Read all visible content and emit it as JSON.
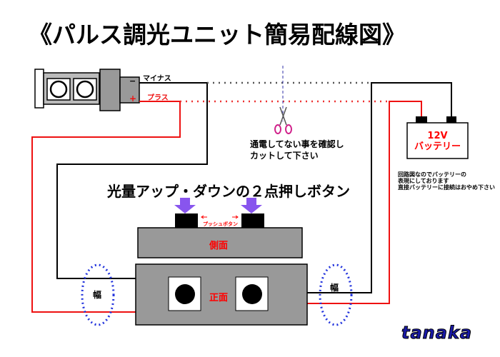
{
  "title": "《パルス調光ユニット簡易配線図》",
  "wires": {
    "minus_label": "マイナス",
    "plus_label": "プラス",
    "minus_sign": "−",
    "plus_sign": "+"
  },
  "cut_note": {
    "line1": "通電してない事を確認し",
    "line2": "カットして下さい"
  },
  "battery": {
    "label_line1": "12V",
    "label_line2": "バッテリー"
  },
  "circuit_note": {
    "line1": "回路図なのでバッテリーの",
    "line2": "表現にしております",
    "line3": "直接バッテリーに接続はおやめ下さい"
  },
  "headline": "光量アップ・ダウンの２点押しボタン",
  "push_button_label": "プッシュボタン",
  "side_label": "側面",
  "front_label": "正面",
  "width_label_left": "幅",
  "width_label_right": "幅",
  "logo": "tanaka",
  "colors": {
    "wire_red": "#ee1111",
    "wire_black": "#000000",
    "box_gray": "#999999",
    "arrow_purple": "#8855ee",
    "ellipse_blue": "#2233dd"
  }
}
